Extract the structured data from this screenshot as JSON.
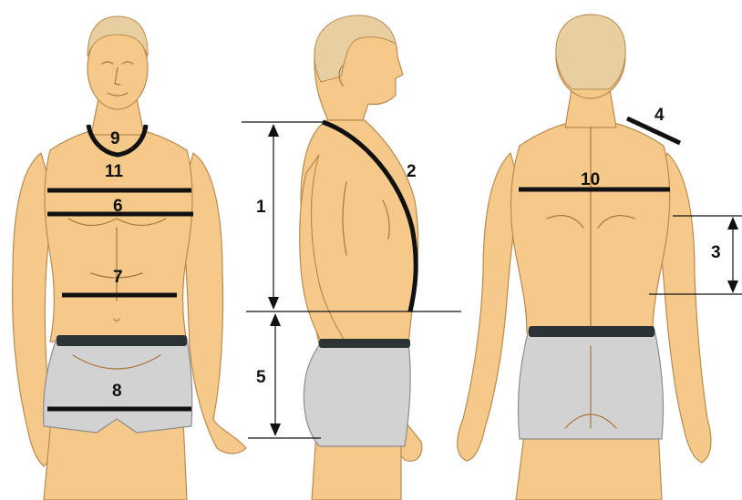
{
  "labels": {
    "m1": "1",
    "m2": "2",
    "m3": "3",
    "m4": "4",
    "m5": "5",
    "m6": "6",
    "m7": "7",
    "m8": "8",
    "m9": "9",
    "m10": "10",
    "m11": "11"
  },
  "colors": {
    "skin": "#f4c98a",
    "shorts": "#d2d2d2",
    "waistband": "#2b3334",
    "measurement_line": "#111111"
  }
}
